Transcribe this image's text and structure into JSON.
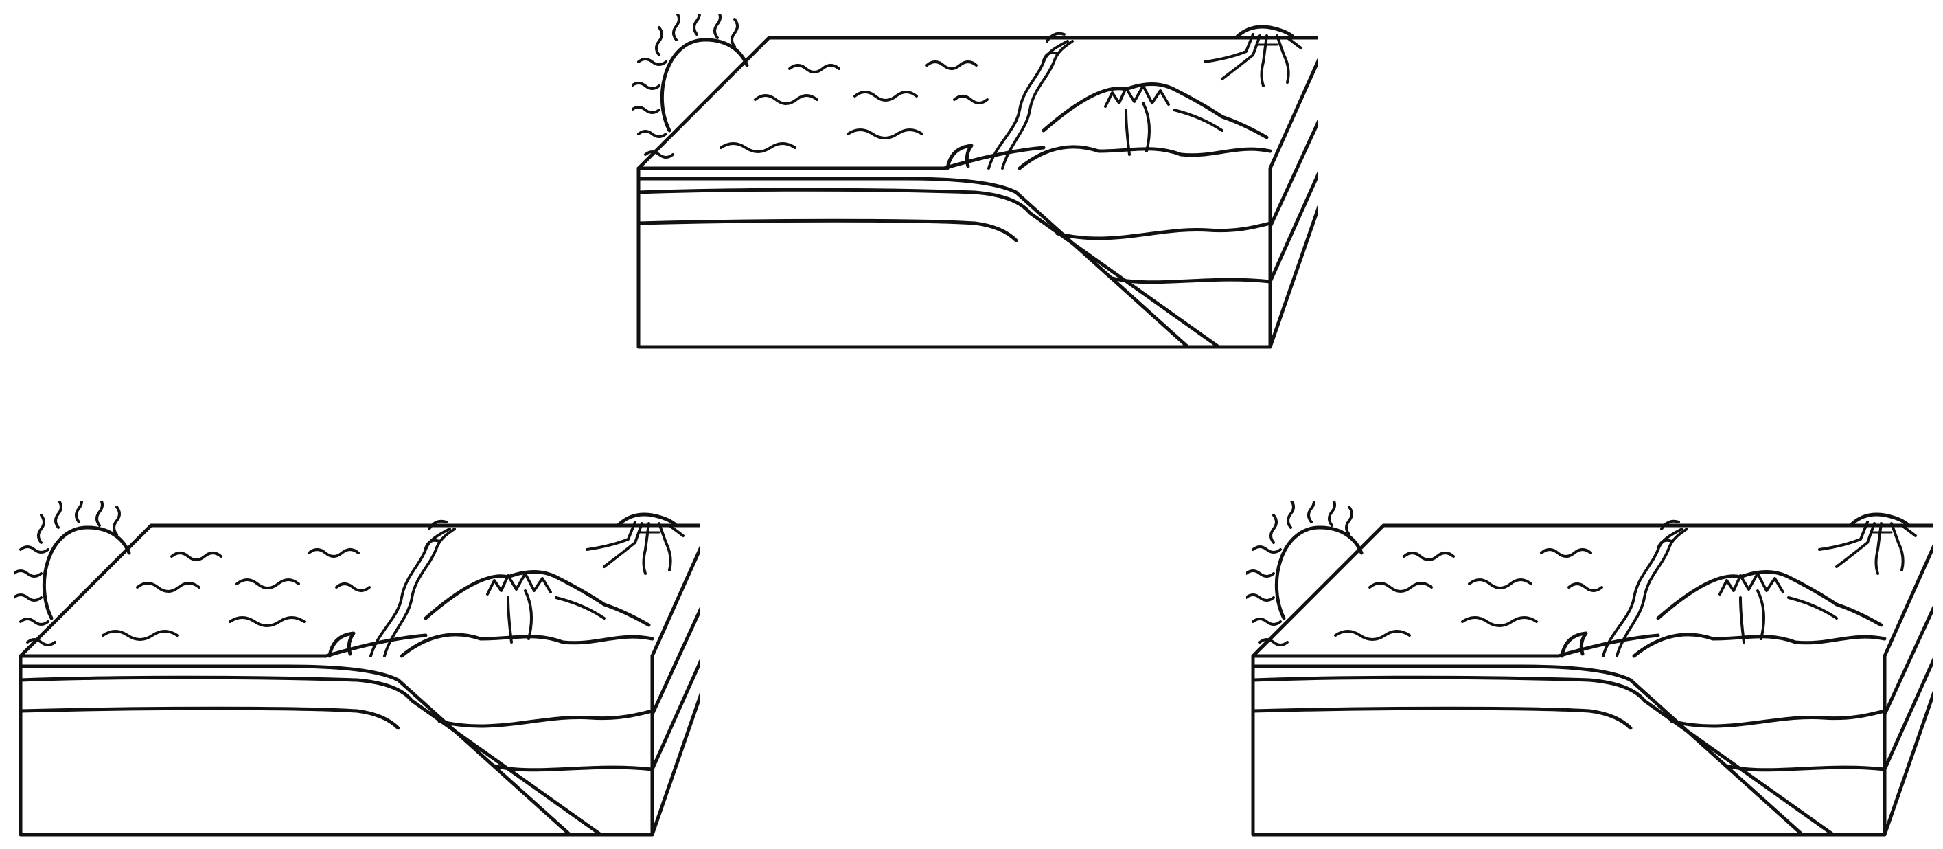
{
  "diagrams": [
    {
      "id": "top",
      "scene": [
        "sun",
        "ocean",
        "trench",
        "waves",
        "volcano-peak",
        "mountain-range",
        "river",
        "tsunami-wave",
        "rock-layers",
        "subducting-plate"
      ]
    },
    {
      "id": "bottom-left",
      "scene": [
        "sun",
        "ocean",
        "trench",
        "waves",
        "volcano-peak",
        "mountain-range",
        "river",
        "tsunami-wave",
        "rock-layers",
        "subducting-plate"
      ]
    },
    {
      "id": "bottom-right",
      "scene": [
        "sun",
        "ocean",
        "trench",
        "waves",
        "volcano-peak",
        "mountain-range",
        "river",
        "tsunami-wave",
        "rock-layers",
        "subducting-plate"
      ]
    }
  ],
  "colors": {
    "stroke": "#111111",
    "background": "#ffffff"
  }
}
